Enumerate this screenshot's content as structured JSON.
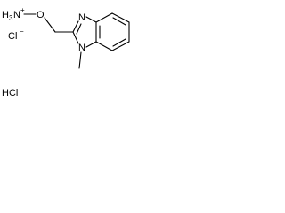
{
  "molecule": {
    "labels": {
      "h3n": "H",
      "h3n_sub": "3",
      "h3n_n": "N",
      "plus": "+",
      "o": "O",
      "cl": "Cl",
      "minus": "−",
      "n_upper": "N",
      "n_lower": "N",
      "hcl": "HCl"
    },
    "atom_colors": {
      "default": "#000000"
    }
  }
}
